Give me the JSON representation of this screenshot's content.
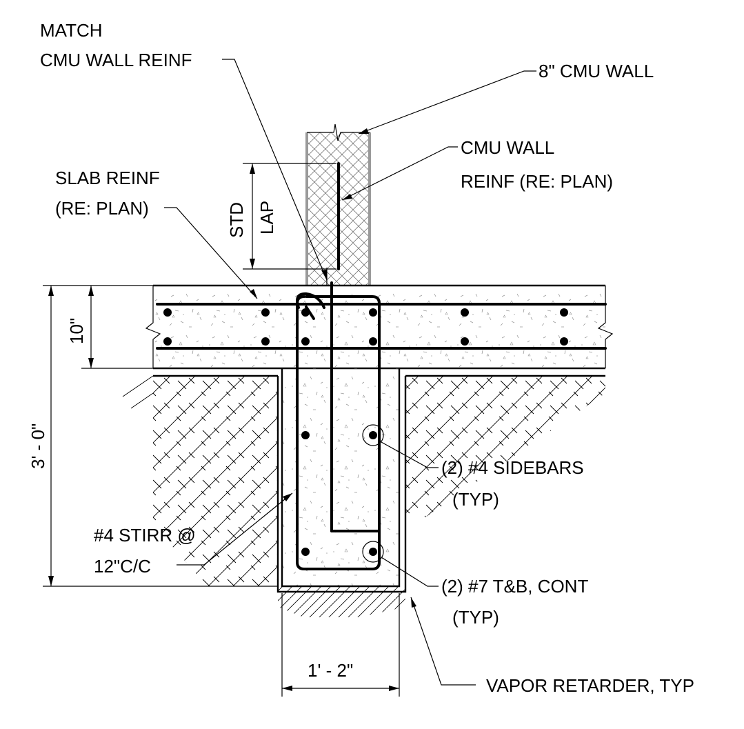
{
  "labels": {
    "match_line1": "MATCH",
    "match_line2": "CMU WALL REINF",
    "cmu_wall": "8\" CMU WALL",
    "cmu_reinf_line1": "CMU WALL",
    "cmu_reinf_line2": "REINF (RE: PLAN)",
    "slab_reinf_line1": "SLAB REINF",
    "slab_reinf_line2": "(RE: PLAN)",
    "std": "STD",
    "lap": "LAP",
    "dim_slab": "10\"",
    "dim_total": "3' - 0\"",
    "sidebars_line1": "(2) #4 SIDEBARS",
    "sidebars_line2": "(TYP)",
    "stirr_line1": "#4 STIRR @",
    "stirr_line2": "12\"C/C",
    "tb_line1": "(2) #7 T&B, CONT",
    "tb_line2": "(TYP)",
    "dim_width": "1' - 2\"",
    "vapor": "VAPOR RETARDER, TYP"
  },
  "colors": {
    "line": "#000000",
    "cmu_fill": "#e8e8e8",
    "cmu_outline": "#9a9a9a"
  }
}
